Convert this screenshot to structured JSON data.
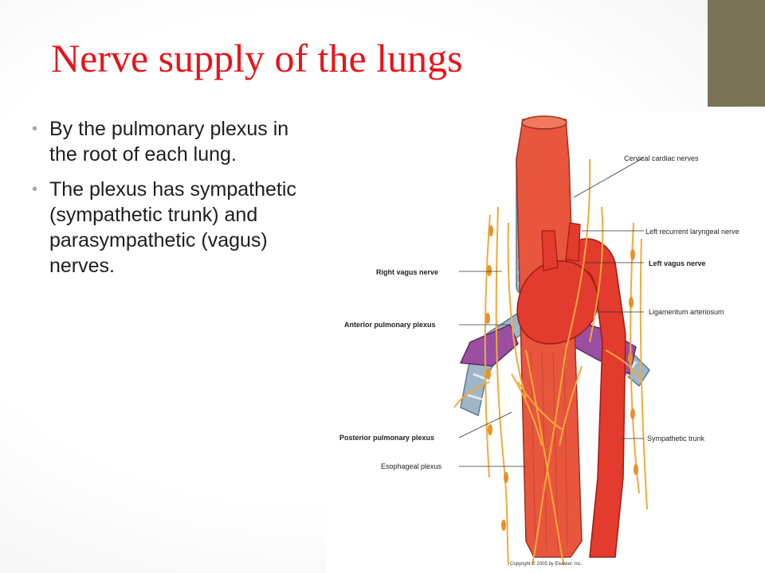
{
  "slide": {
    "title": "Nerve supply of the lungs",
    "accent_color": "#7a7356",
    "title_color": "#e8141b",
    "bullets": [
      "By the pulmonary plexus in the root of each lung.",
      "The plexus has sympathetic (sympathetic trunk) and parasympathetic (vagus) nerves."
    ]
  },
  "figure": {
    "labels": {
      "cervical_cardiac_nerves": "Cervical  cardiac  nerves",
      "left_recurrent_laryngeal_nerve": "Left  recurrent  laryngeal  nerve",
      "left_vagus_nerve": "Left  vagus  nerve",
      "right_vagus_nerve": "Right  vagus  nerve",
      "ligamentum_arteriosum": "Ligamentum  arteriosum",
      "anterior_pulmonary_plexus": "Anterior  pulmonary  plexus",
      "posterior_pulmonary_plexus": "Posterior  pulmonary  plexus",
      "sympathetic_trunk": "Sympathetic  trunk",
      "esophageal_plexus": "Esophageal  plexus"
    },
    "copyright": "Copyright © 2005 by Elsevier, Inc."
  }
}
